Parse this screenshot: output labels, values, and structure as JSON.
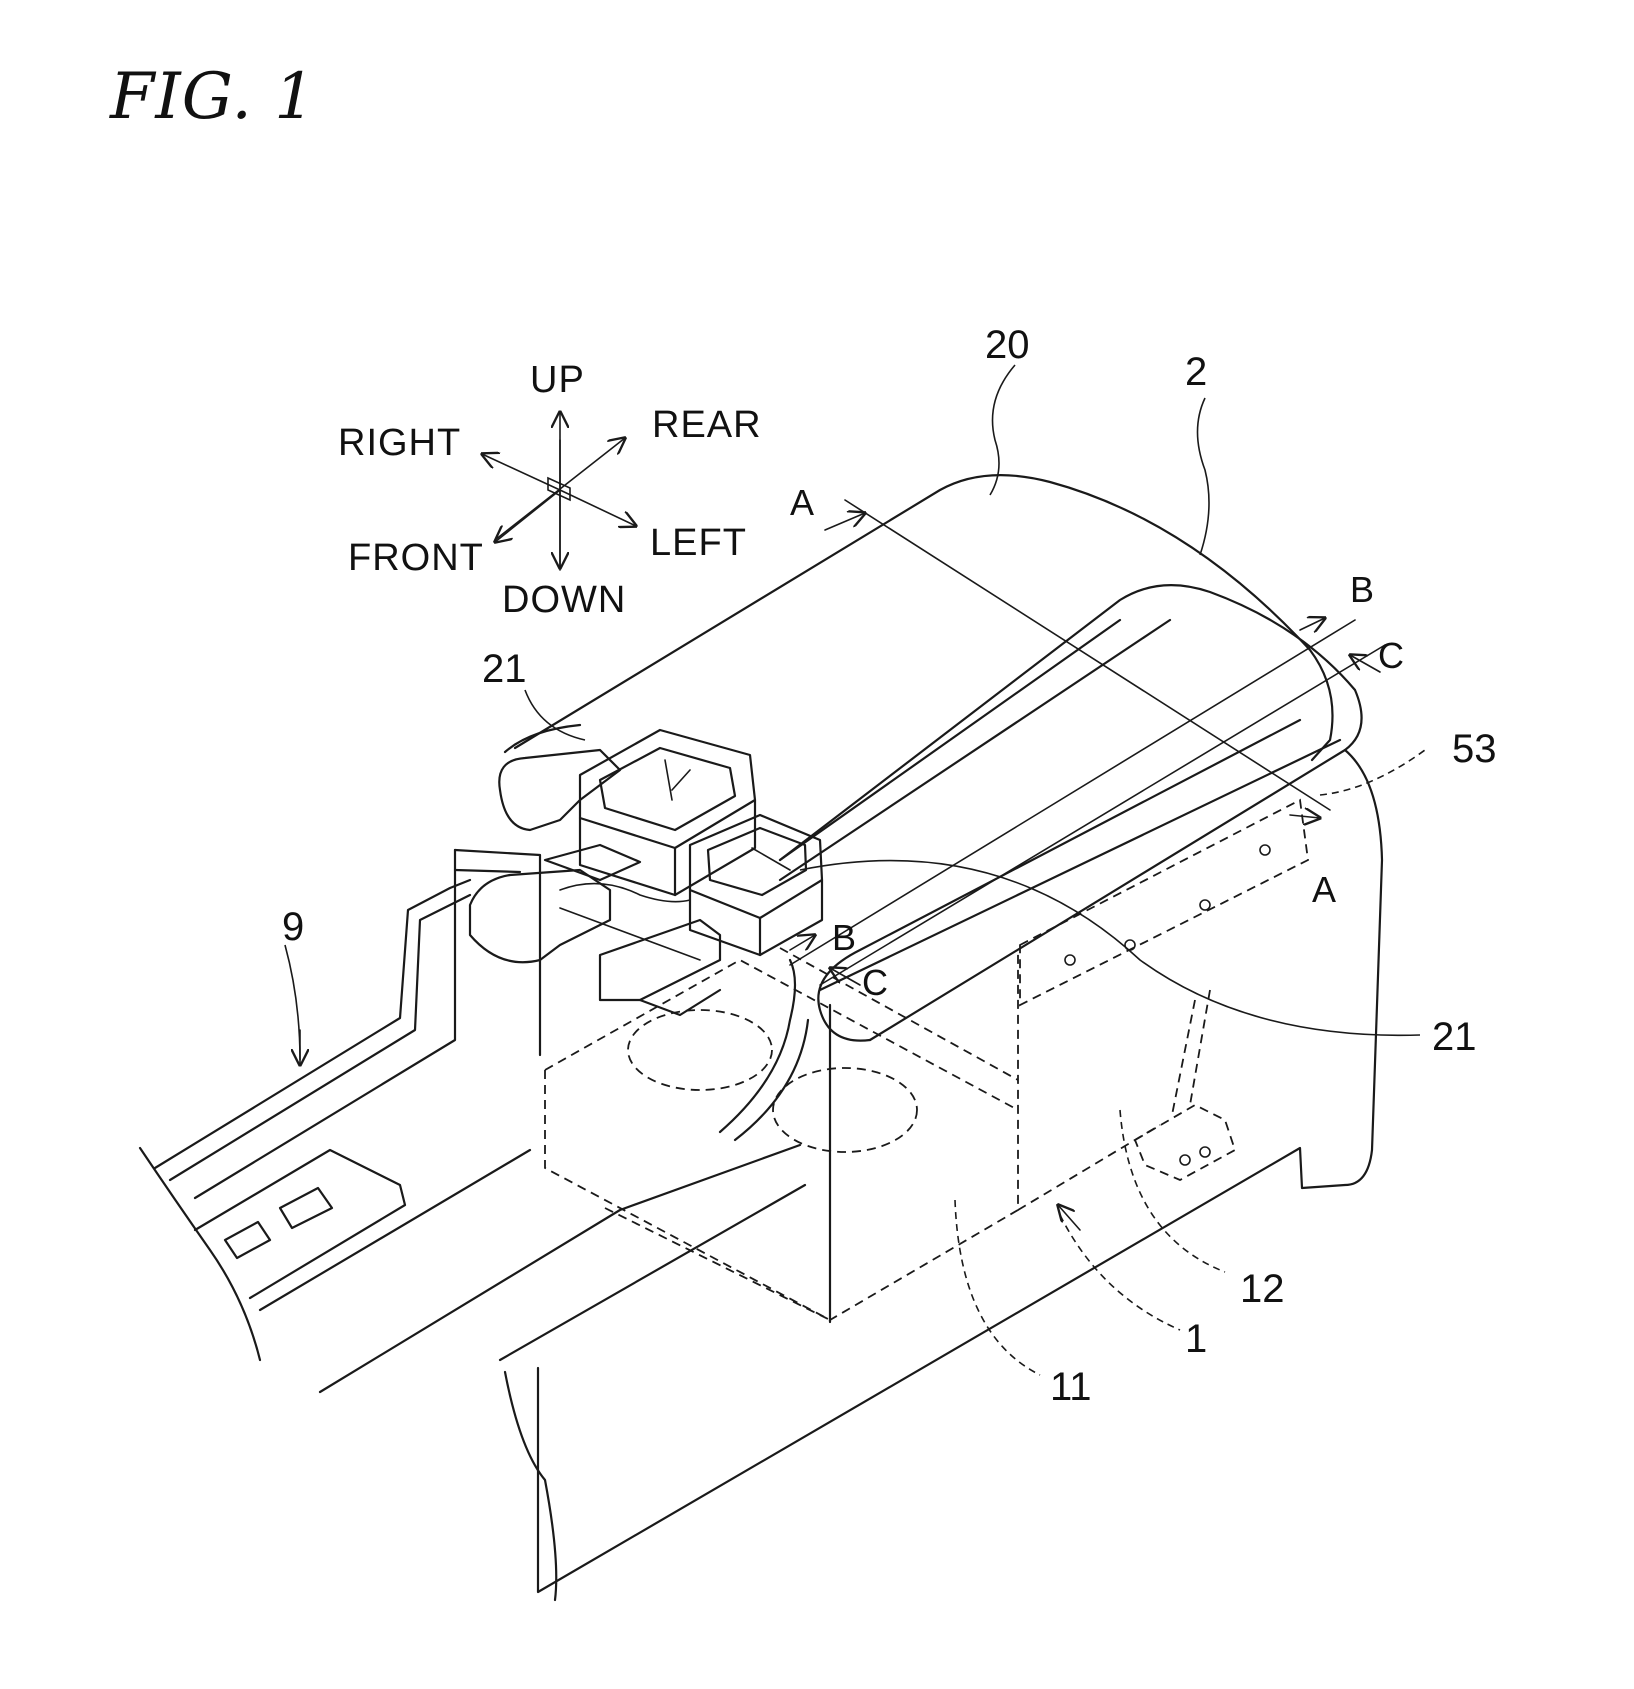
{
  "figure": {
    "title": "FIG. 1",
    "directions": {
      "up": "UP",
      "down": "DOWN",
      "rear": "REAR",
      "front": "FRONT",
      "right": "RIGHT",
      "left": "LEFT"
    },
    "sections": {
      "a_top": "A",
      "a_bottom": "A",
      "b_top": "B",
      "b_bottom": "B",
      "c_top": "C",
      "c_bottom": "C"
    },
    "labels": {
      "cover": "20",
      "armrest": "2",
      "handle_front": "21",
      "handle_side": "21",
      "bracket": "53",
      "console_box": "1",
      "box_front": "11",
      "box_rear": "12",
      "floor_console": "9"
    }
  }
}
